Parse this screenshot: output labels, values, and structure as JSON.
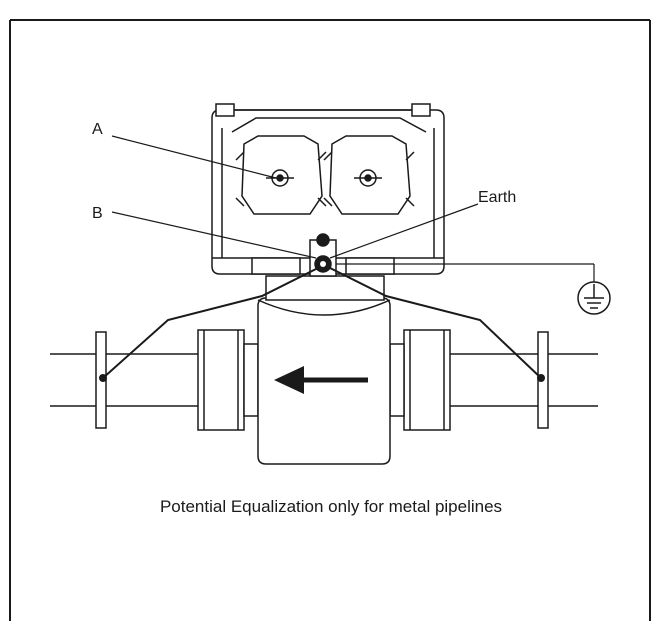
{
  "labels": {
    "a": "A",
    "b": "B",
    "earth": "Earth"
  },
  "caption": "Potential Equalization only for metal pipelines"
}
